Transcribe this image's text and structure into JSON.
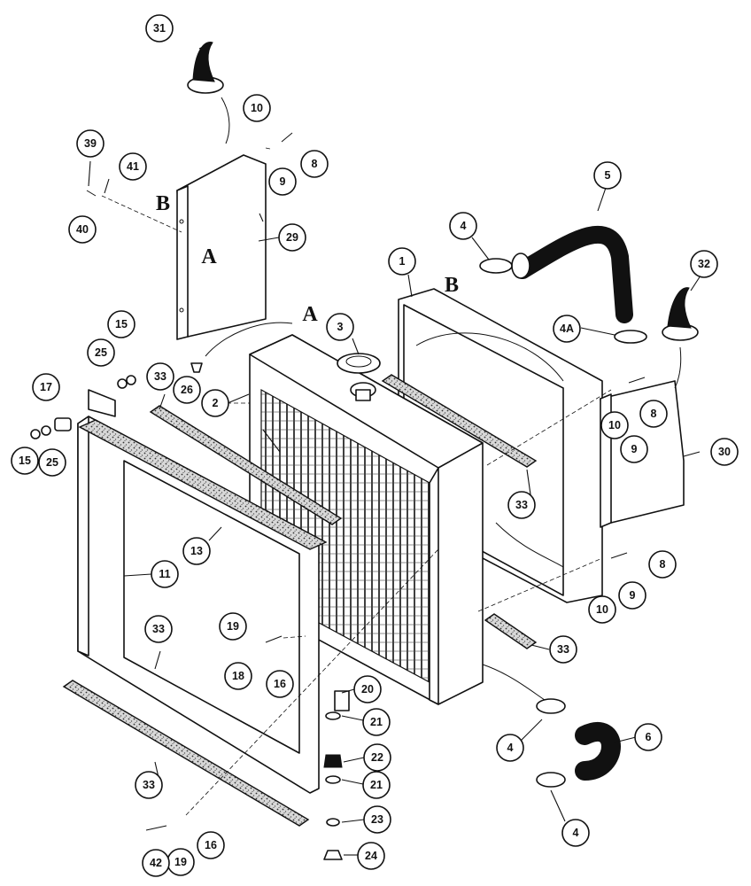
{
  "figure": {
    "view_letters": [
      "A",
      "B"
    ],
    "callouts": [
      "1",
      "2",
      "3",
      "4",
      "4A",
      "5",
      "6",
      "8",
      "9",
      "10",
      "11",
      "13",
      "15",
      "16",
      "17",
      "18",
      "19",
      "20",
      "21",
      "22",
      "23",
      "24",
      "25",
      "26",
      "29",
      "30",
      "31",
      "32",
      "33",
      "39",
      "40",
      "41",
      "42"
    ]
  }
}
